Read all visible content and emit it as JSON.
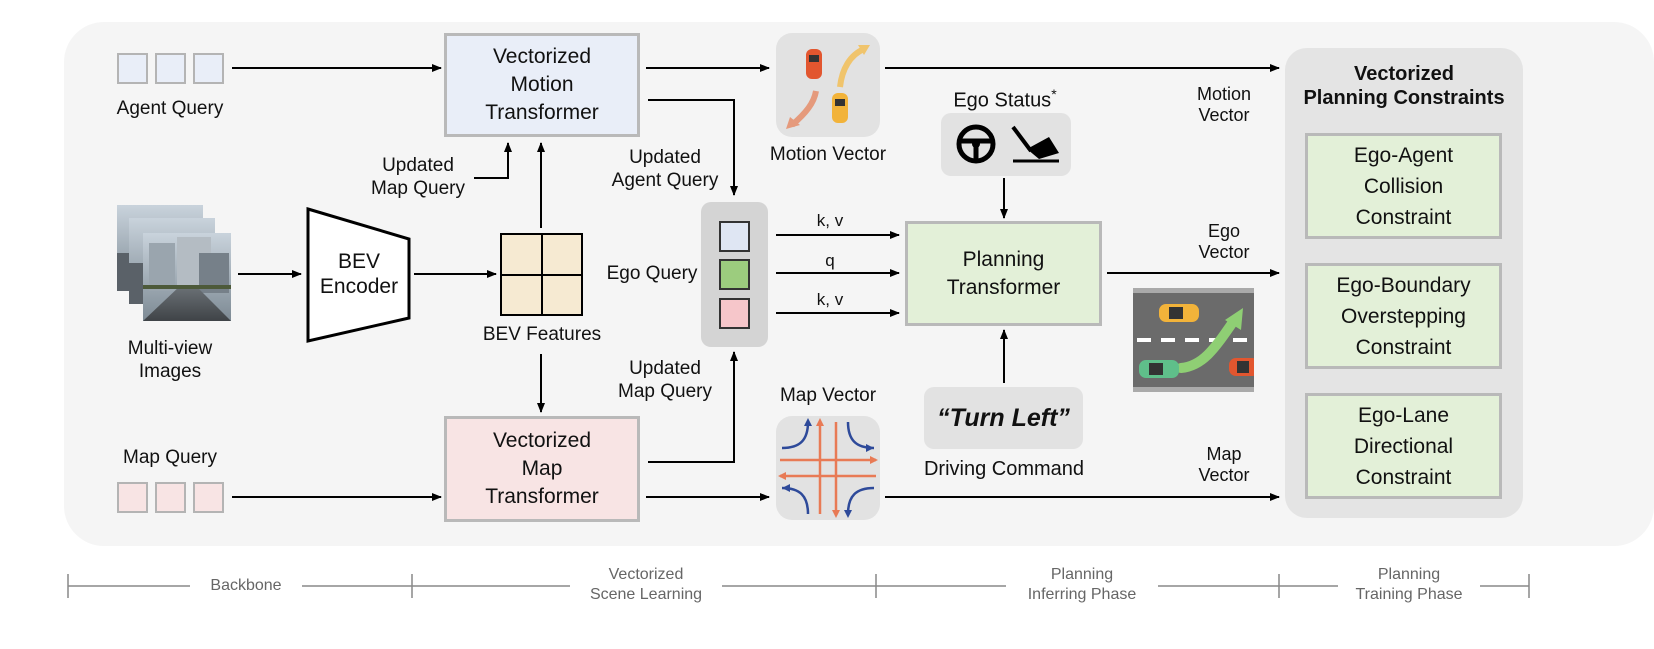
{
  "inputs": {
    "agent_query": "Agent Query",
    "map_query": "Map Query",
    "multi_view_images": "Multi-view\nImages"
  },
  "backbone": {
    "bev_encoder": "BEV\nEncoder",
    "bev_features": "BEV Features"
  },
  "transformers": {
    "motion": "Vectorized\nMotion\nTransformer",
    "map": "Vectorized\nMap\nTransformer",
    "planning": "Planning\nTransformer"
  },
  "labels": {
    "updated_map_query_top": "Updated\nMap Query",
    "updated_agent_query": "Updated\nAgent Query",
    "updated_map_query_bottom": "Updated\nMap Query",
    "ego_query": "Ego Query",
    "motion_vector_icon_label": "Motion Vector",
    "map_vector_icon_label": "Map Vector",
    "ego_status": "Ego Status",
    "ego_status_mark": "*",
    "kv_top": "k, v",
    "q": "q",
    "kv_bottom": "k, v",
    "driving_command_value": "“Turn Left”",
    "driving_command": "Driving Command",
    "motion_vector_out": "Motion\nVector",
    "ego_vector_out": "Ego\nVector",
    "map_vector_out": "Map\nVector"
  },
  "constraints": {
    "title": "Vectorized\nPlanning Constraints",
    "items": [
      "Ego-Agent\nCollision\nConstraint",
      "Ego-Boundary\nOverstepping\nConstraint",
      "Ego-Lane\nDirectional\nConstraint"
    ]
  },
  "phases": [
    "Backbone",
    "Vectorized\nScene Learning",
    "Planning\nInferring Phase",
    "Planning\nTraining Phase"
  ],
  "colors": {
    "panel_bg": "#f5f5f5",
    "constraint_panel_bg": "#e4e4e4",
    "motion_fill": "#e9eef8",
    "map_fill": "#f8e4e4",
    "planning_fill": "#e3f0d8",
    "bev_feature_fill": "#f6ead2",
    "ego_query_blue": "#dfe6f3",
    "ego_query_green": "#9ccc7e",
    "ego_query_pink": "#f6c6ca",
    "map_lane_blue": "#2e4a9a",
    "map_lane_orange": "#e87a55"
  }
}
